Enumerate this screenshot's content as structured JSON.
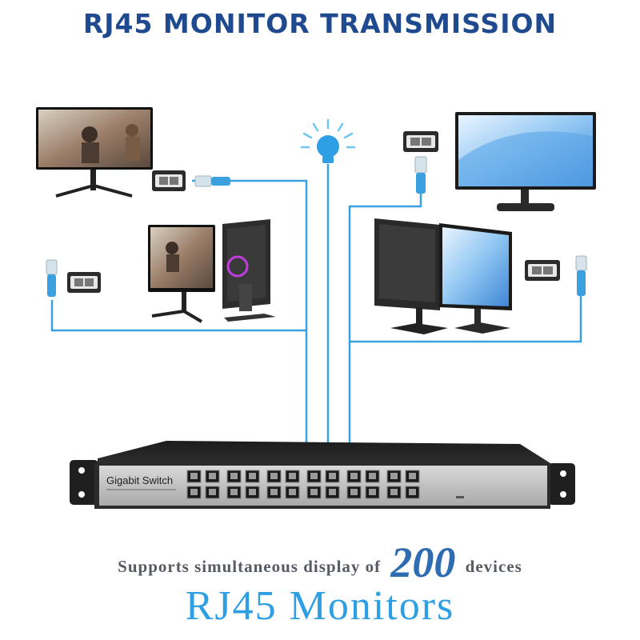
{
  "title": "RJ45 MONITOR TRANSMISSION",
  "switch": {
    "label": "Gigabit Switch",
    "ports": 24
  },
  "caption": {
    "before": "Supports simultaneous display of",
    "number": "200",
    "after": "devices"
  },
  "footer": "RJ45 Monitors",
  "colors": {
    "title": "#1f4a8f",
    "cable": "#3aa0e0",
    "accent": "#2f6db3",
    "footer": "#2f9fe3"
  },
  "icons": [
    "monitor-icon",
    "rj45-coupler-icon",
    "rj45-plug-icon",
    "light-bulb-icon",
    "network-switch-icon"
  ]
}
